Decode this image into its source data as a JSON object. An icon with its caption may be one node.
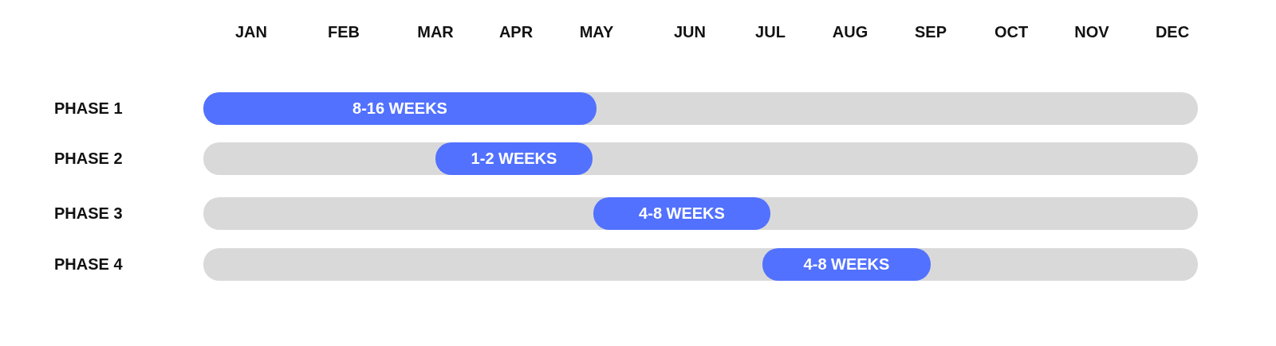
{
  "diagram": {
    "nodes": [
      {
        "text": [],
        "shape": "bar"
      },
      {
        "text": [
          "8-16 WEEKS"
        ],
        "in": 0
      },
      {
        "text": [],
        "shape": "bar"
      },
      {
        "text": [
          "1-2 WEEKS"
        ],
        "in": 2
      },
      {
        "text": [],
        "shape": "bar"
      },
      {
        "text": [
          "4-8 WEEKS"
        ],
        "in": 4
      },
      {
        "text": [],
        "shape": "bar"
      },
      {
        "text": [
          "4-8 WEEKS"
        ],
        "in": 6
      }
    ],
    "labels": [
      "JAN",
      "FEB",
      "MAR",
      "APR",
      "MAY",
      "JUN",
      "JUL",
      "AUG",
      "SEP",
      "OCT",
      "NOV",
      "DEC",
      "PHASE 1",
      "PHASE 2",
      "PHASE 3",
      "PHASE 4"
    ]
  }
}
